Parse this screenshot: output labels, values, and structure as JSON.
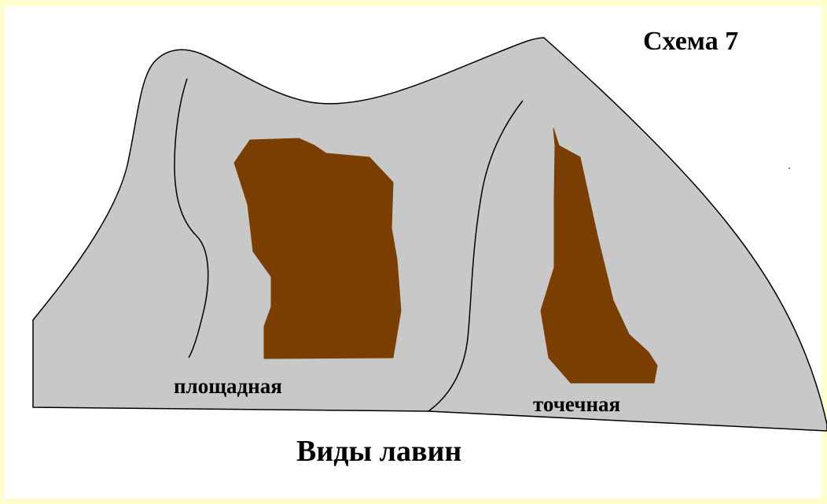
{
  "diagram": {
    "title": "Схема 7",
    "caption": "Виды лавин",
    "labels": {
      "area": "площадная",
      "point": "точечная"
    },
    "colors": {
      "background_border": "#ffffcc",
      "slope": "#c8c8c8",
      "avalanche": "#7a3f00",
      "line": "#000000"
    }
  }
}
